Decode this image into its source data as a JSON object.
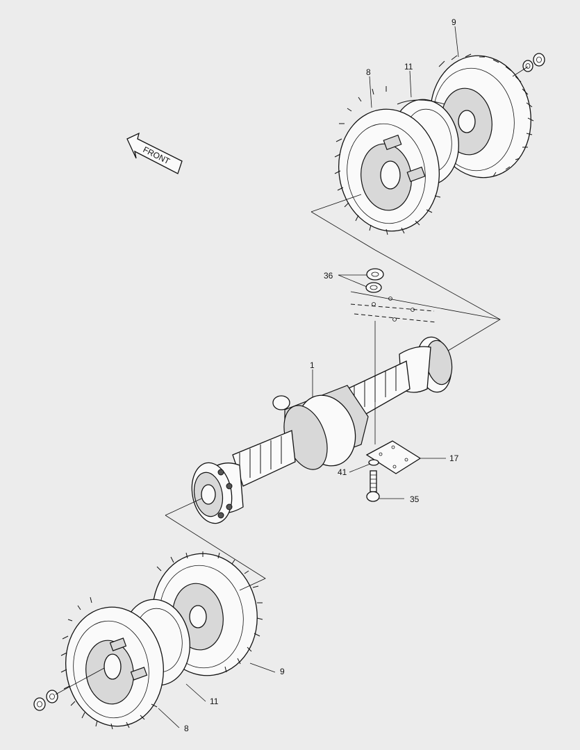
{
  "diagram": {
    "front_arrow_label": "FRONT",
    "callouts": [
      {
        "id": "c-9-top",
        "text": "9"
      },
      {
        "id": "c-8-top",
        "text": "8"
      },
      {
        "id": "c-11-top",
        "text": "11"
      },
      {
        "id": "c-36",
        "text": "36"
      },
      {
        "id": "c-1",
        "text": "1"
      },
      {
        "id": "c-17",
        "text": "17"
      },
      {
        "id": "c-41",
        "text": "41"
      },
      {
        "id": "c-35",
        "text": "35"
      },
      {
        "id": "c-9-bottom",
        "text": "9"
      },
      {
        "id": "c-11-bottom",
        "text": "11"
      },
      {
        "id": "c-8-bottom",
        "text": "8"
      }
    ]
  }
}
